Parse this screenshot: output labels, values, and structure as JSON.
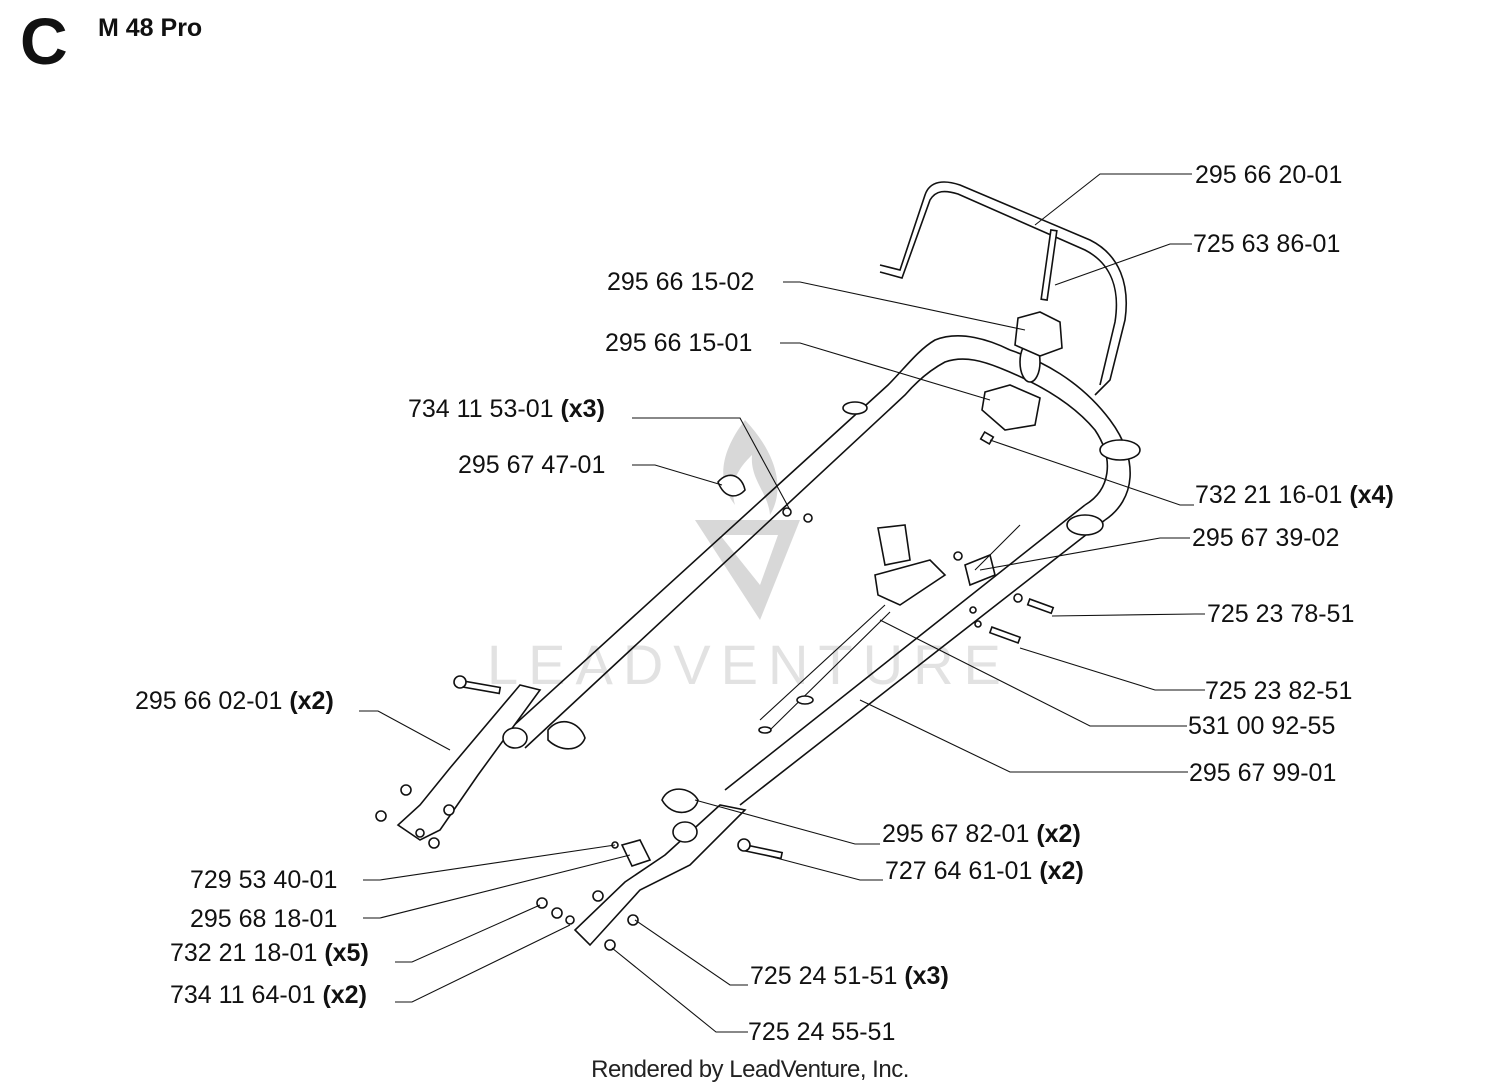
{
  "header": {
    "section_letter": "C",
    "model": "M 48 Pro"
  },
  "watermark": {
    "text": "LEADVENTURE"
  },
  "callouts": [
    {
      "id": "c1",
      "part": "295 66 20-01",
      "qty": ""
    },
    {
      "id": "c2",
      "part": "725 63 86-01",
      "qty": ""
    },
    {
      "id": "c3",
      "part": "295 66 15-02",
      "qty": ""
    },
    {
      "id": "c4",
      "part": "295 66 15-01",
      "qty": ""
    },
    {
      "id": "c5",
      "part": "734 11 53-01",
      "qty": "(x3)"
    },
    {
      "id": "c6",
      "part": "295 67 47-01",
      "qty": ""
    },
    {
      "id": "c7",
      "part": "732 21 16-01",
      "qty": "(x4)"
    },
    {
      "id": "c8",
      "part": "295 67 39-02",
      "qty": ""
    },
    {
      "id": "c9",
      "part": "725 23 78-51",
      "qty": ""
    },
    {
      "id": "c10",
      "part": "725 23 82-51",
      "qty": ""
    },
    {
      "id": "c11",
      "part": "531 00 92-55",
      "qty": ""
    },
    {
      "id": "c12",
      "part": "295 67 99-01",
      "qty": ""
    },
    {
      "id": "c13",
      "part": "295 66 02-01",
      "qty": "(x2)"
    },
    {
      "id": "c14",
      "part": "295 67 82-01",
      "qty": "(x2)"
    },
    {
      "id": "c15",
      "part": "727 64 61-01",
      "qty": "(x2)"
    },
    {
      "id": "c16",
      "part": "729 53 40-01",
      "qty": ""
    },
    {
      "id": "c17",
      "part": "295 68 18-01",
      "qty": ""
    },
    {
      "id": "c18",
      "part": "732 21 18-01",
      "qty": "(x5)"
    },
    {
      "id": "c19",
      "part": "734 11 64-01",
      "qty": "(x2)"
    },
    {
      "id": "c20",
      "part": "725 24 51-51",
      "qty": "(x3)"
    },
    {
      "id": "c21",
      "part": "725 24 55-51",
      "qty": ""
    }
  ],
  "footer": {
    "text": "Rendered by LeadVenture, Inc."
  }
}
